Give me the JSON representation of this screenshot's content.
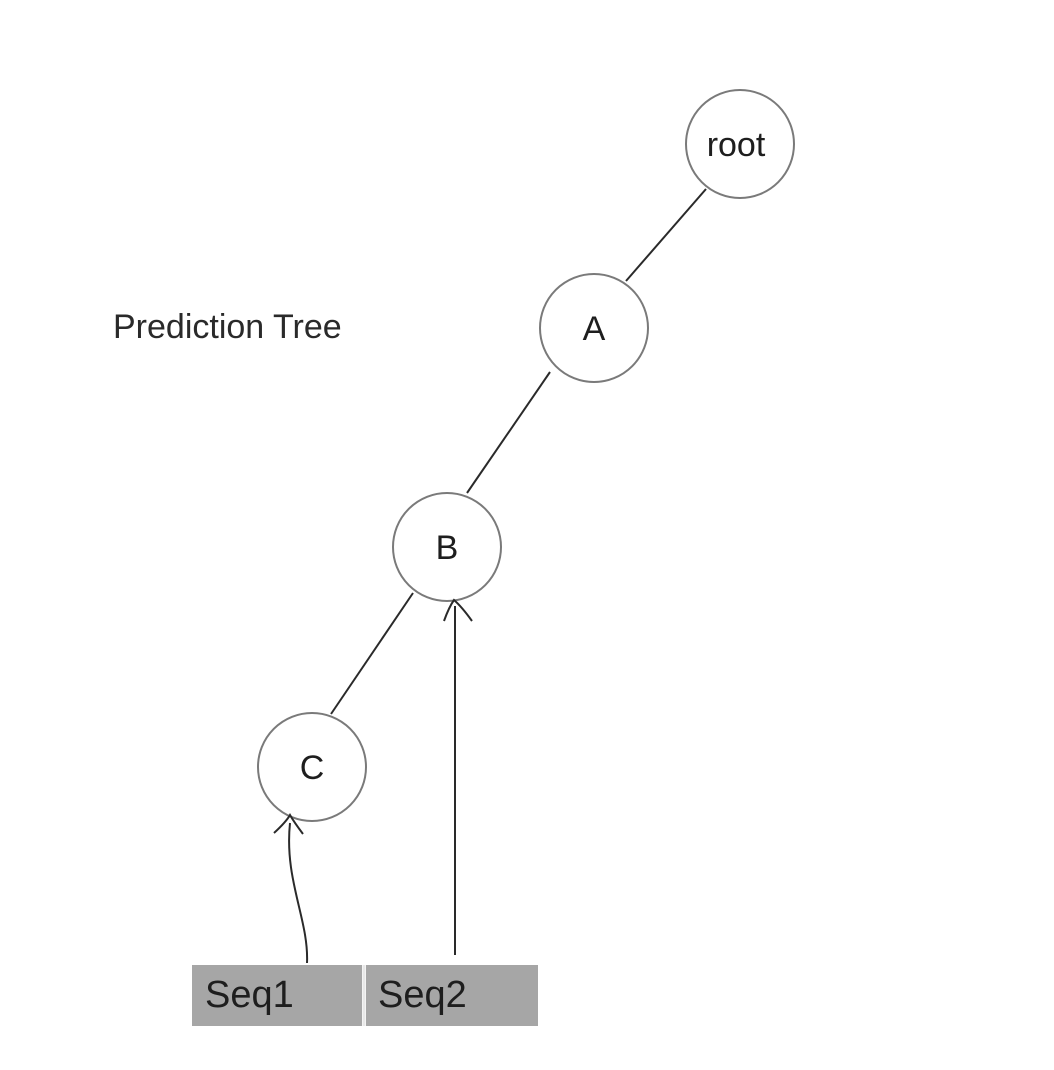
{
  "title": "Prediction Tree",
  "nodes": {
    "root": "root",
    "a": "A",
    "b": "B",
    "c": "C"
  },
  "sequences": {
    "seq1": "Seq1",
    "seq2": "Seq2"
  }
}
